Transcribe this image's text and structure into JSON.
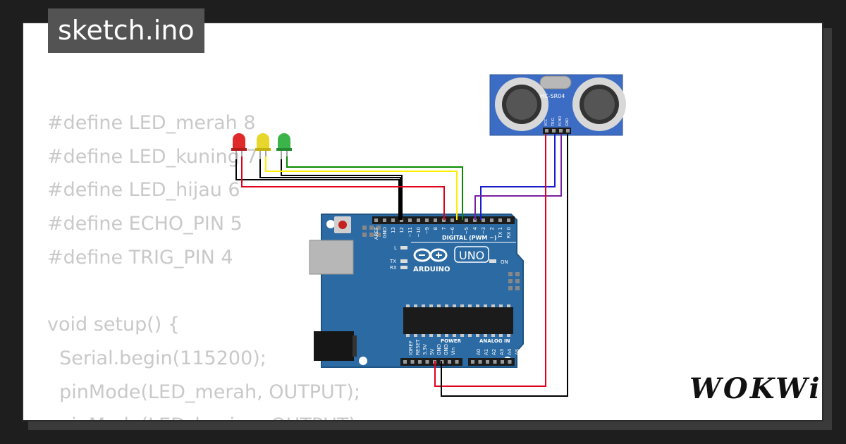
{
  "title": "sketch.ino",
  "code_lines": [
    "#define LED_merah 8",
    "#define LED_kuning 7",
    "#define LED_hijau 6",
    "#define ECHO_PIN 5",
    "#define TRIG_PIN 4",
    "",
    "void setup() {",
    "  Serial.begin(115200);",
    "  pinMode(LED_merah, OUTPUT);",
    "  pinMode(LED_kuning, OUTPUT);"
  ],
  "sensor": {
    "label": "HC-SR04",
    "pins": [
      "VCC",
      "TRIG",
      "ECHO",
      "GND"
    ]
  },
  "board": {
    "brand": "ARDUINO",
    "model": "UNO",
    "digital_header": "DIGITAL (PWM ~)",
    "digital_pins": [
      "AREF",
      "GND",
      "13",
      "12",
      "~11",
      "~10",
      "~9",
      "8",
      "7",
      "~6",
      "~5",
      "4",
      "~3",
      "2",
      "TX 1",
      "RX 0"
    ],
    "power_header": "POWER",
    "analog_header": "ANALOG IN",
    "power_pins": [
      "IOREF",
      "RESET",
      "3.3V",
      "5V",
      "GND",
      "GND",
      "Vin"
    ],
    "analog_pins": [
      "A0",
      "A1",
      "A2",
      "A3",
      "A4",
      "A5"
    ],
    "led_l": "L",
    "led_tx": "TX",
    "led_rx": "RX",
    "led_on": "ON"
  },
  "logo": "WOKWi",
  "colors": {
    "led_red": "#e02a2a",
    "led_yellow": "#e6d72a",
    "led_green": "#3bb54a",
    "board": "#2b6aa3",
    "wire_red": "#e0001b",
    "wire_yellow": "#ffee00",
    "wire_green": "#0a8a00",
    "wire_blue": "#1a1acd",
    "wire_purple": "#7a1fa0",
    "wire_black": "#000000"
  }
}
